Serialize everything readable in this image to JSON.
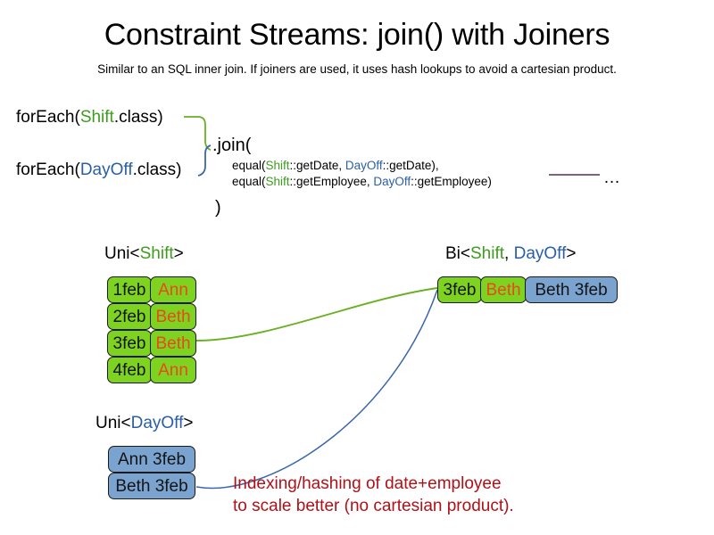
{
  "slide": {
    "title": "Constraint Streams: join() with Joiners",
    "subtitle": "Similar to an SQL inner join. If joiners are used, it uses hash lookups to avoid a cartesian product."
  },
  "code": {
    "foreach_shift": {
      "prefix": "forEach(",
      "type": "Shift",
      "suffix": ".class)"
    },
    "foreach_dayoff": {
      "prefix": "forEach(",
      "type": "DayOff",
      "suffix": ".class)"
    },
    "join_open": ".join(",
    "join_close": ")",
    "joiners": [
      {
        "call_open": "equal(",
        "left_type": "Shift",
        "left_ref": "::getDate, ",
        "right_type": "DayOff",
        "right_ref": "::getDate),"
      },
      {
        "call_open": "equal(",
        "left_type": "Shift",
        "left_ref": "::getEmployee, ",
        "right_type": "DayOff",
        "right_ref": "::getEmployee)"
      }
    ],
    "ellipsis": "…"
  },
  "streams": {
    "uni_shift": {
      "label_prefix": "Uni<",
      "label_type": "Shift",
      "label_suffix": ">",
      "rows": [
        {
          "date": "1feb",
          "employee": "Ann"
        },
        {
          "date": "2feb",
          "employee": "Beth"
        },
        {
          "date": "3feb",
          "employee": "Beth"
        },
        {
          "date": "4feb",
          "employee": "Ann"
        }
      ]
    },
    "uni_dayoff": {
      "label_prefix": "Uni<",
      "label_type": "DayOff",
      "label_suffix": ">",
      "rows": [
        {
          "pair": "Ann 3feb"
        },
        {
          "pair": "Beth 3feb"
        }
      ]
    },
    "bi": {
      "label_prefix": "Bi<",
      "label_type_a": "Shift",
      "label_separator": ", ",
      "label_type_b": "DayOff",
      "label_suffix": ">",
      "row": {
        "date": "3feb",
        "employee": "Beth",
        "dayoff": "Beth 3feb"
      }
    }
  },
  "annotation": {
    "line1": "Indexing/hashing of date+employee",
    "line2": "to scale better (no cartesian product)."
  },
  "colors": {
    "shift_green": "#3d9c1e",
    "dayoff_blue": "#2a5fa5",
    "box_green_fill": "#7ed321",
    "box_blue_fill": "#7ba3d0",
    "employee_orange": "#e8491d",
    "annotation_red": "#b01117",
    "connector_green": "#6ab023",
    "connector_blue": "#3a67a8",
    "connector_purple": "#6b4a78"
  }
}
